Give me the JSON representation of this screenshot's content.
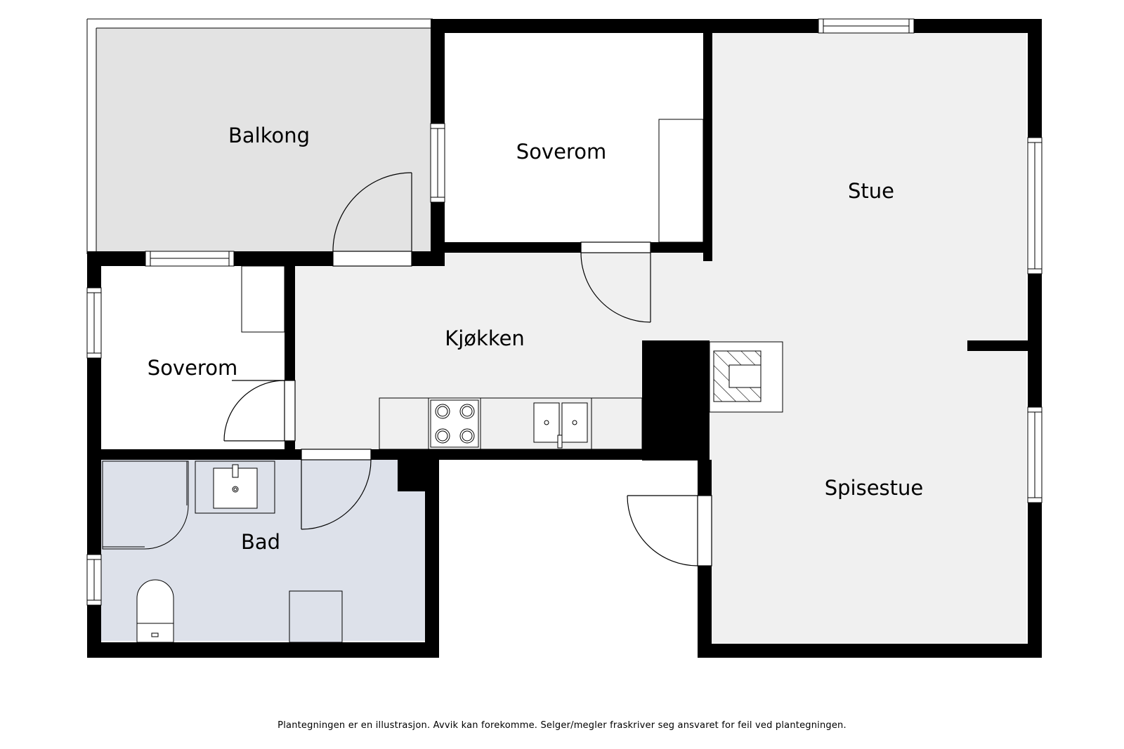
{
  "rooms": {
    "balkong": "Balkong",
    "soverom_top": "Soverom",
    "stue": "Stue",
    "soverom_left": "Soverom",
    "kjokken": "Kjøkken",
    "spisestue": "Spisestue",
    "bad": "Bad"
  },
  "disclaimer": "Plantegningen er en illustrasjon. Avvik kan forekomme. Selger/megler fraskriver seg ansvaret for feil ved plantegningen.",
  "colors": {
    "wall": "#000000",
    "floor_default": "#f0f0f0",
    "floor_balcony": "#e3e3e3",
    "floor_bedroom": "#ffffff",
    "floor_bath": "#dde1ea",
    "line": "#000000"
  }
}
